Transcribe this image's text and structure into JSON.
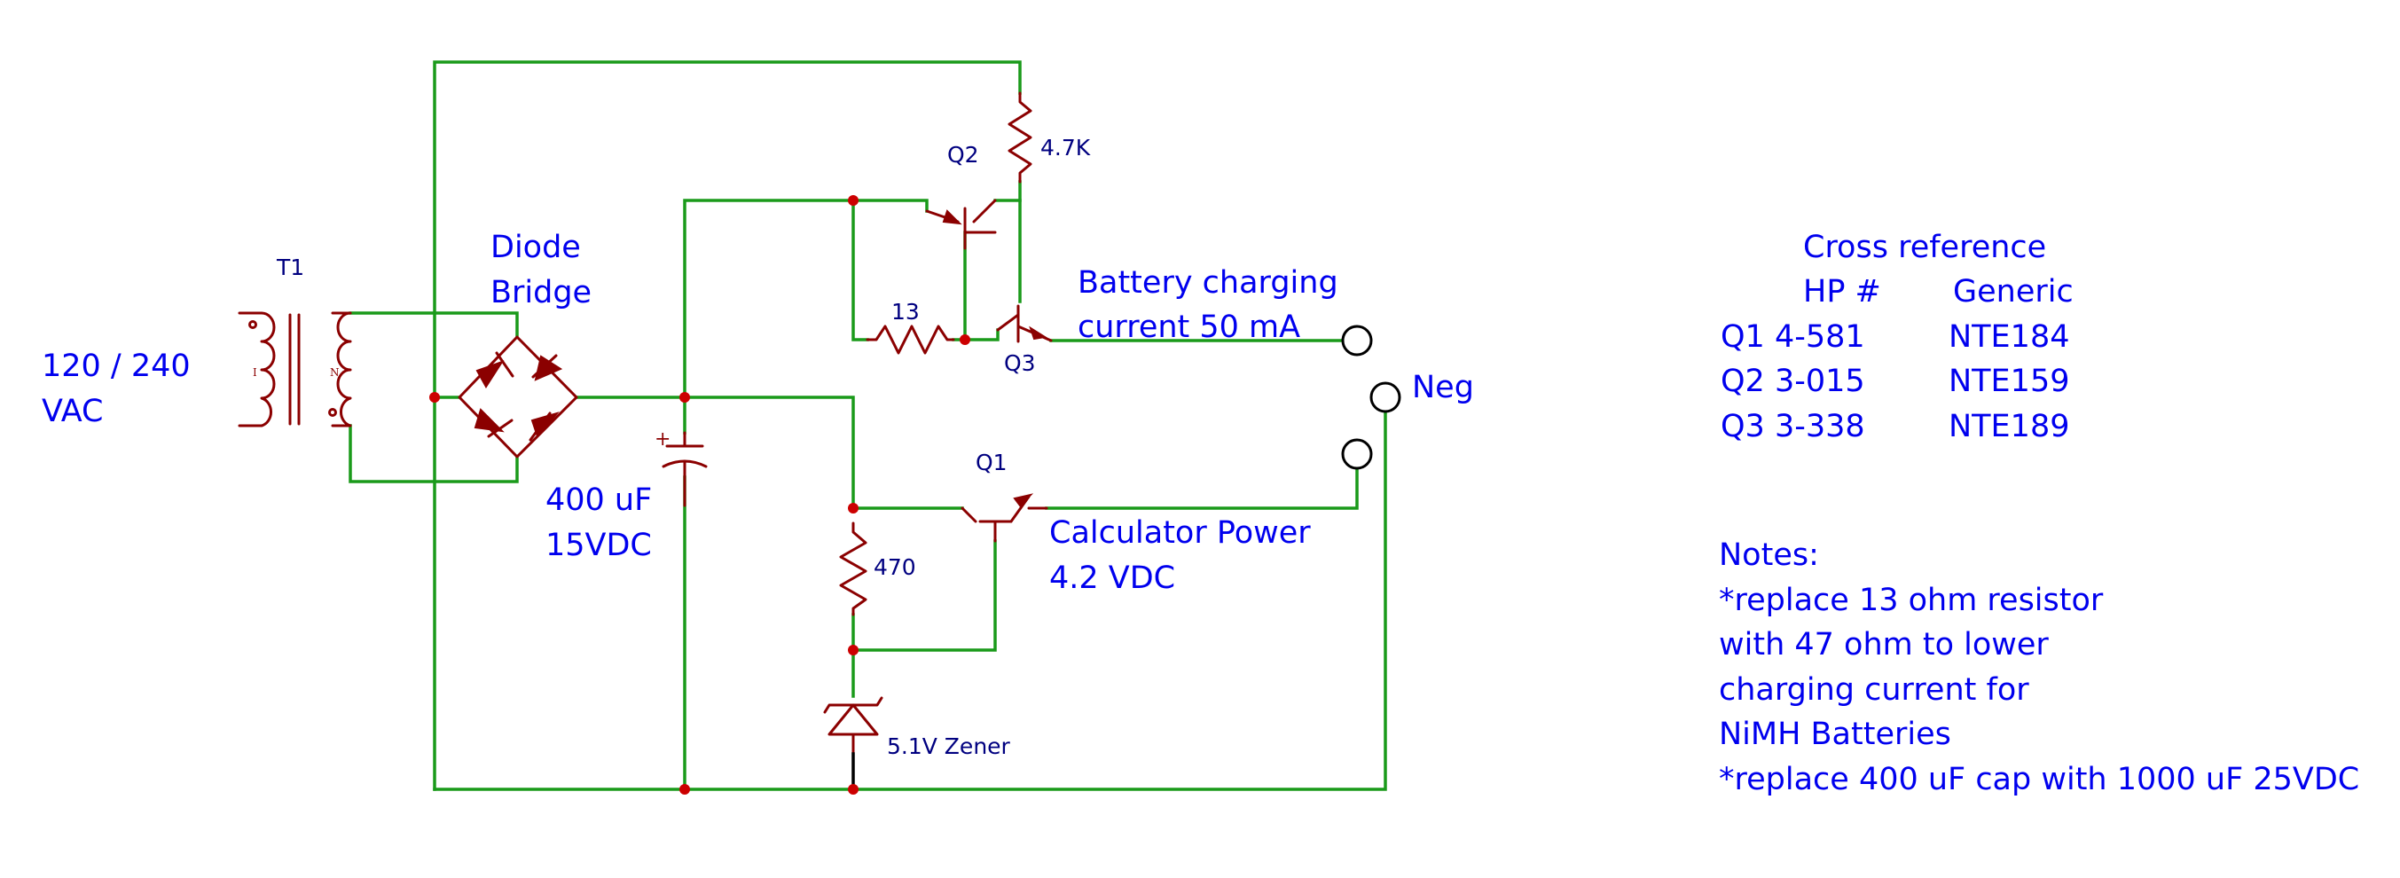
{
  "labels": {
    "ac_input_line1": "120 / 240",
    "ac_input_line2": "VAC",
    "transformer": "T1",
    "transformer_pin_l": "I",
    "transformer_pin_n": "N",
    "bridge_line1": "Diode",
    "bridge_line2": "Bridge",
    "cap_line1": "400 uF",
    "cap_line2": "15VDC",
    "cap_plus": "+",
    "q1": "Q1",
    "q2": "Q2",
    "q3": "Q3",
    "r_47k": "4.7K",
    "r_13": "13",
    "r_470": "470",
    "zener": "5.1V Zener",
    "charge_line1": "Battery charging",
    "charge_line2": "current 50 mA",
    "neg": "Neg",
    "calc_line1": "Calculator Power",
    "calc_line2": "4.2 VDC"
  },
  "cross_reference": {
    "title": "Cross reference",
    "col_hp": "HP #",
    "col_generic": "Generic",
    "rows": [
      {
        "part": "Q1 4-581",
        "generic": "NTE184"
      },
      {
        "part": "Q2 3-015",
        "generic": "NTE159"
      },
      {
        "part": "Q3 3-338",
        "generic": "NTE189"
      }
    ]
  },
  "notes": {
    "title": "Notes:",
    "lines": [
      "*replace 13 ohm resistor",
      "with 47 ohm to lower",
      "charging current for",
      "NiMH Batteries",
      "*replace 400 uF cap with 1000 uF 25VDC"
    ]
  },
  "colors": {
    "wire": "#1a9a1a",
    "component": "#8b0000",
    "junction": "#cc0000",
    "annotation_text": "#0000ee",
    "component_text": "#000080"
  }
}
